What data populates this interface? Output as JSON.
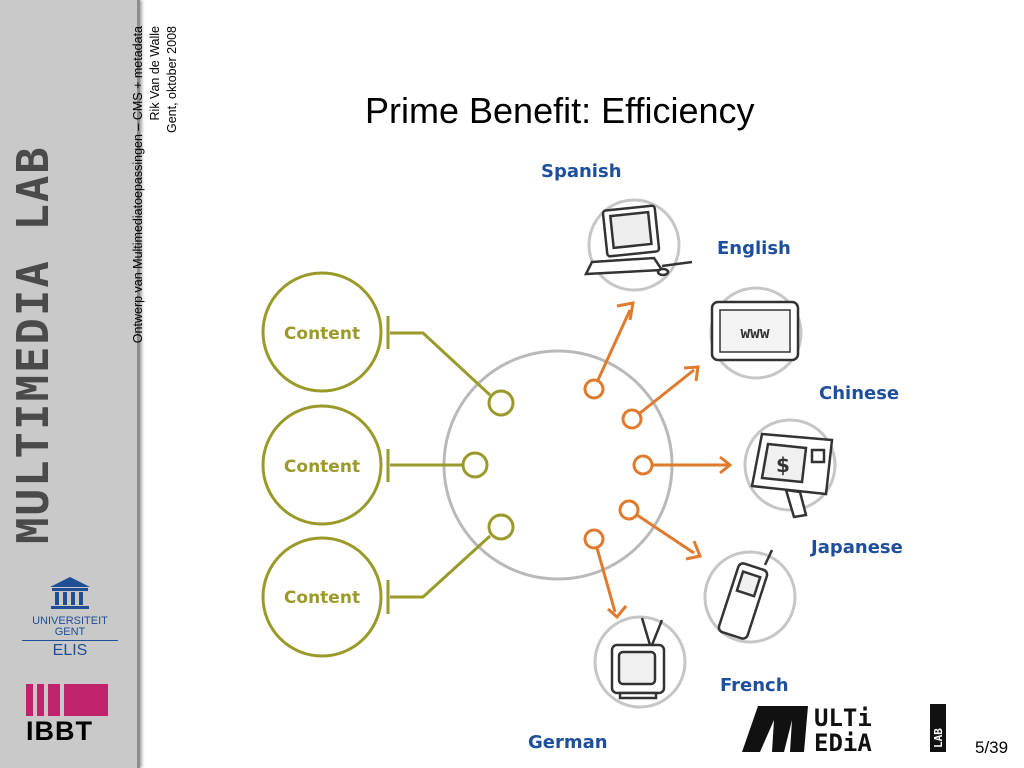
{
  "sidebar": {
    "lab_title": "MULTIMEDIA LAB",
    "meta_lines": [
      "Ontwerp van Multimediatoepassingen – CMS + metadata",
      "Rik Van de Walle",
      "Gent, oktober 2008"
    ],
    "ugent_lines": [
      "UNIVERSITEIT",
      "GENT"
    ],
    "elis": "ELIS",
    "ibbt": "IBBT"
  },
  "slide": {
    "title": "Prime Benefit: Efficiency",
    "page": "5/39"
  },
  "diagram": {
    "content_labels": [
      "Content",
      "Content",
      "Content"
    ],
    "languages": {
      "spanish": "Spanish",
      "english": "English",
      "chinese": "Chinese",
      "japanese": "Japanese",
      "french": "French",
      "german": "German"
    },
    "www_label": "www",
    "kiosk_symbol": "$",
    "colors": {
      "olive": "#9a9a2a",
      "orange": "#e07b2e",
      "hub": "#b9b9b9",
      "language_blue": "#1e4f9c"
    },
    "device_icons": [
      "computer-icon",
      "website-icon",
      "kiosk-icon",
      "mobile-phone-icon",
      "television-icon"
    ]
  },
  "logo": {
    "line1": "ULTi",
    "line2": "EDiA",
    "side": "LAB"
  }
}
